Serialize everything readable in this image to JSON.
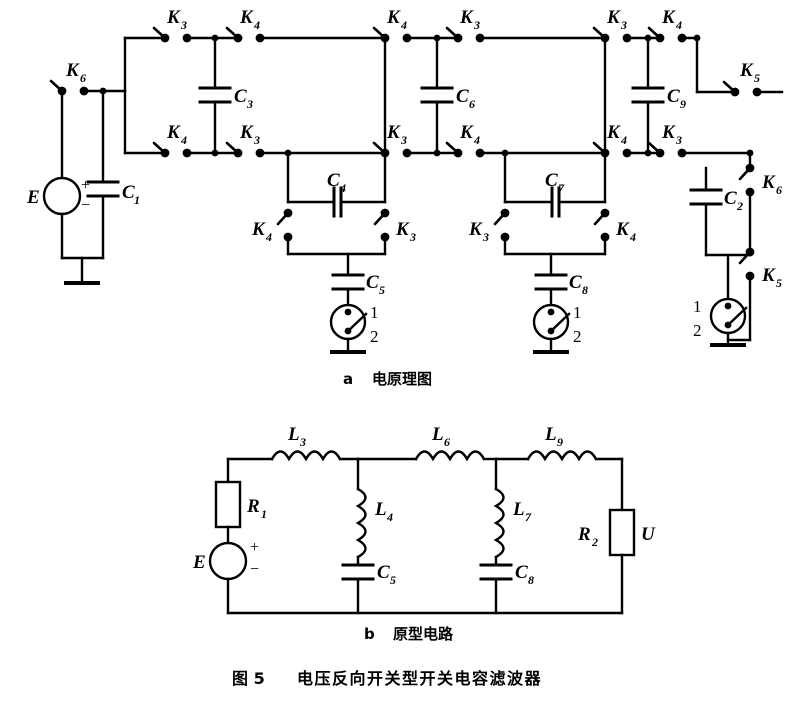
{
  "figure": {
    "number_label": "图 5",
    "title": "电压反向开关型开关电容滤波器",
    "full_caption": "图 5　电压反向开关型开关电容滤波器",
    "subfigures": [
      {
        "tag": "a",
        "caption": "电原理图"
      },
      {
        "tag": "b",
        "caption": "原型电路"
      }
    ],
    "ink_color": "#000000",
    "background_color": "#ffffff"
  },
  "schematic_a": {
    "caption_tag": "a",
    "caption_text": "电原理图",
    "source": {
      "symbol": "E",
      "plus": "+",
      "minus": "−"
    },
    "capacitors": [
      {
        "name": "C",
        "sub": "1"
      },
      {
        "name": "C",
        "sub": "2"
      },
      {
        "name": "C",
        "sub": "3"
      },
      {
        "name": "C",
        "sub": "4"
      },
      {
        "name": "C",
        "sub": "5"
      },
      {
        "name": "C",
        "sub": "6"
      },
      {
        "name": "C",
        "sub": "7"
      },
      {
        "name": "C",
        "sub": "8"
      },
      {
        "name": "C",
        "sub": "9"
      }
    ],
    "switches": [
      {
        "id": "s-k6-input",
        "name": "K",
        "sub": "6"
      },
      {
        "id": "s-k3-t1",
        "name": "K",
        "sub": "3"
      },
      {
        "id": "s-k4-t1",
        "name": "K",
        "sub": "4"
      },
      {
        "id": "s-k4-b1",
        "name": "K",
        "sub": "4"
      },
      {
        "id": "s-k3-b1",
        "name": "K",
        "sub": "3"
      },
      {
        "id": "s-k4-c4l",
        "name": "K",
        "sub": "4"
      },
      {
        "id": "s-k3-c4r",
        "name": "K",
        "sub": "3"
      },
      {
        "id": "s-k4-t2",
        "name": "K",
        "sub": "4"
      },
      {
        "id": "s-k3-t2",
        "name": "K",
        "sub": "3"
      },
      {
        "id": "s-k3-b2",
        "name": "K",
        "sub": "3"
      },
      {
        "id": "s-k4-b2",
        "name": "K",
        "sub": "4"
      },
      {
        "id": "s-k3-c7l",
        "name": "K",
        "sub": "3"
      },
      {
        "id": "s-k4-c7r",
        "name": "K",
        "sub": "4"
      },
      {
        "id": "s-k3-t3",
        "name": "K",
        "sub": "3"
      },
      {
        "id": "s-k4-t3",
        "name": "K",
        "sub": "4"
      },
      {
        "id": "s-k4-b3",
        "name": "K",
        "sub": "4"
      },
      {
        "id": "s-k3-b3",
        "name": "K",
        "sub": "3"
      },
      {
        "id": "s-k5-out",
        "name": "K",
        "sub": "5"
      },
      {
        "id": "s-k6-c2",
        "name": "K",
        "sub": "6"
      },
      {
        "id": "s-k5-c2",
        "name": "K",
        "sub": "5"
      }
    ],
    "rotary_switches": [
      {
        "id": "rot-c5",
        "terminal_1": "1",
        "terminal_2": "2"
      },
      {
        "id": "rot-c8",
        "terminal_1": "1",
        "terminal_2": "2"
      },
      {
        "id": "rot-c2",
        "terminal_1": "1",
        "terminal_2": "2"
      }
    ]
  },
  "schematic_b": {
    "caption_tag": "b",
    "caption_text": "原型电路",
    "source": {
      "symbol": "E",
      "plus": "+",
      "minus": "−"
    },
    "resistors": [
      {
        "name": "R",
        "sub": "1"
      },
      {
        "name": "R",
        "sub": "2"
      }
    ],
    "inductors": [
      {
        "name": "L",
        "sub": "3"
      },
      {
        "name": "L",
        "sub": "4"
      },
      {
        "name": "L",
        "sub": "6"
      },
      {
        "name": "L",
        "sub": "7"
      },
      {
        "name": "L",
        "sub": "9"
      }
    ],
    "capacitors": [
      {
        "name": "C",
        "sub": "5"
      },
      {
        "name": "C",
        "sub": "8"
      }
    ],
    "output_label": "U"
  }
}
